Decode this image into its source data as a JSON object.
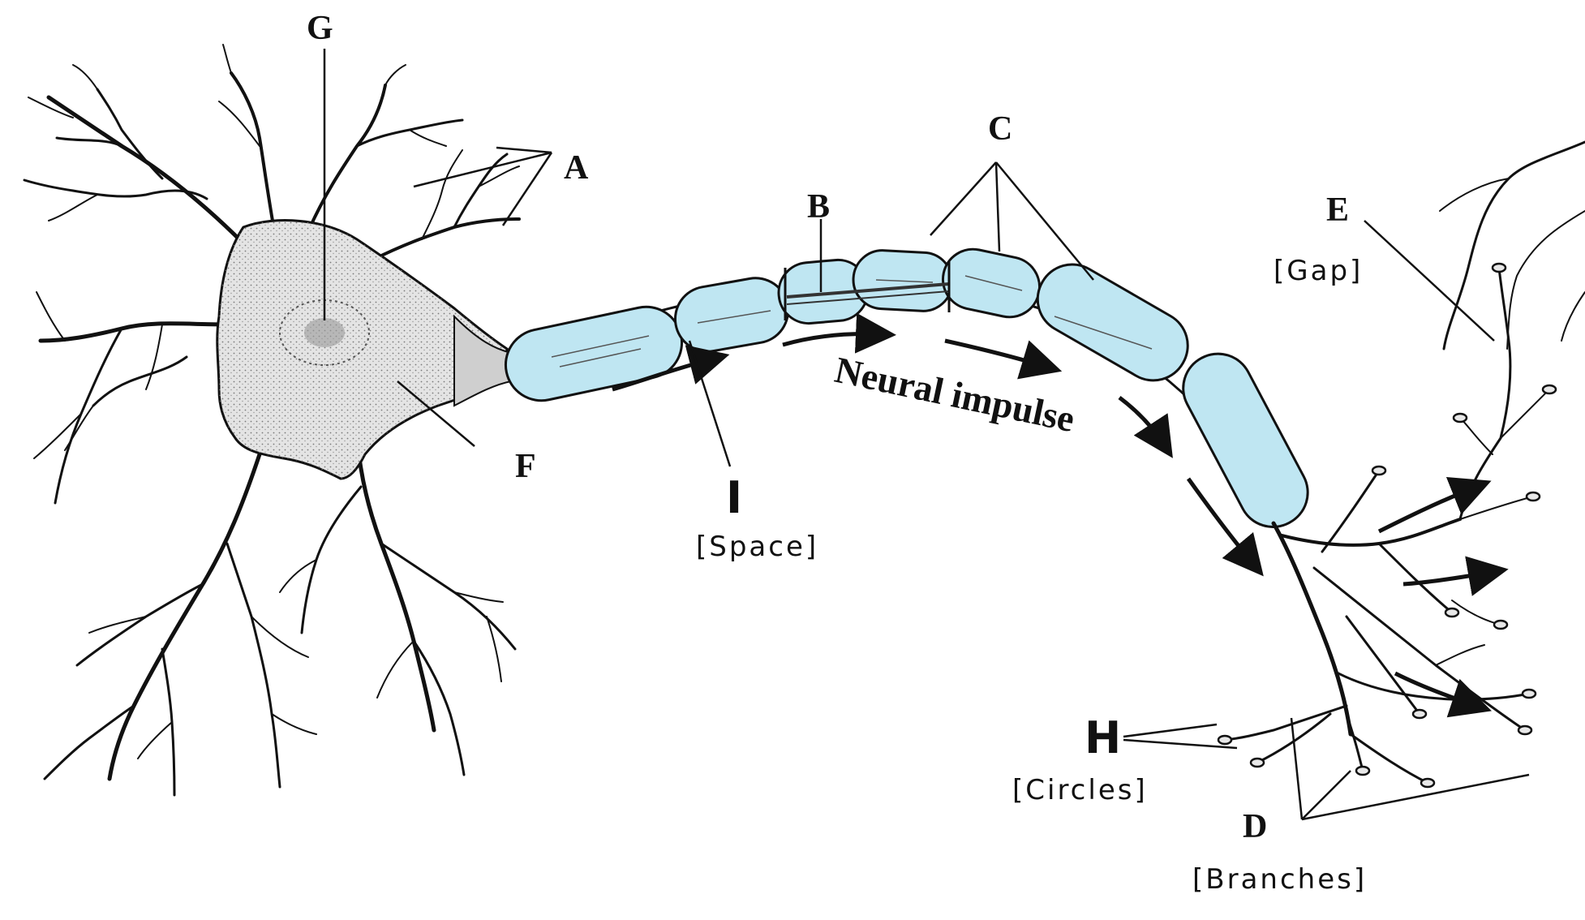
{
  "labels": {
    "A": "A",
    "B": "B",
    "C": "C",
    "D": "D",
    "E": "E",
    "F": "F",
    "G": "G",
    "H": "H",
    "I": "I"
  },
  "annotations": {
    "gap": "[Gap]",
    "space": "[Space]",
    "circles": "[Circles]",
    "branches": "[Branches]"
  },
  "impulse_label": "Neural impulse",
  "colors": {
    "myelin_fill": "#bfe6f2",
    "line": "#111111",
    "soma_fill": "#e4e4e4",
    "soma_stipple": "#6d6d6d"
  },
  "icons": [
    "neuron-soma",
    "dendrite-tree",
    "myelin-sheath",
    "axon-terminal",
    "impulse-arrow"
  ]
}
